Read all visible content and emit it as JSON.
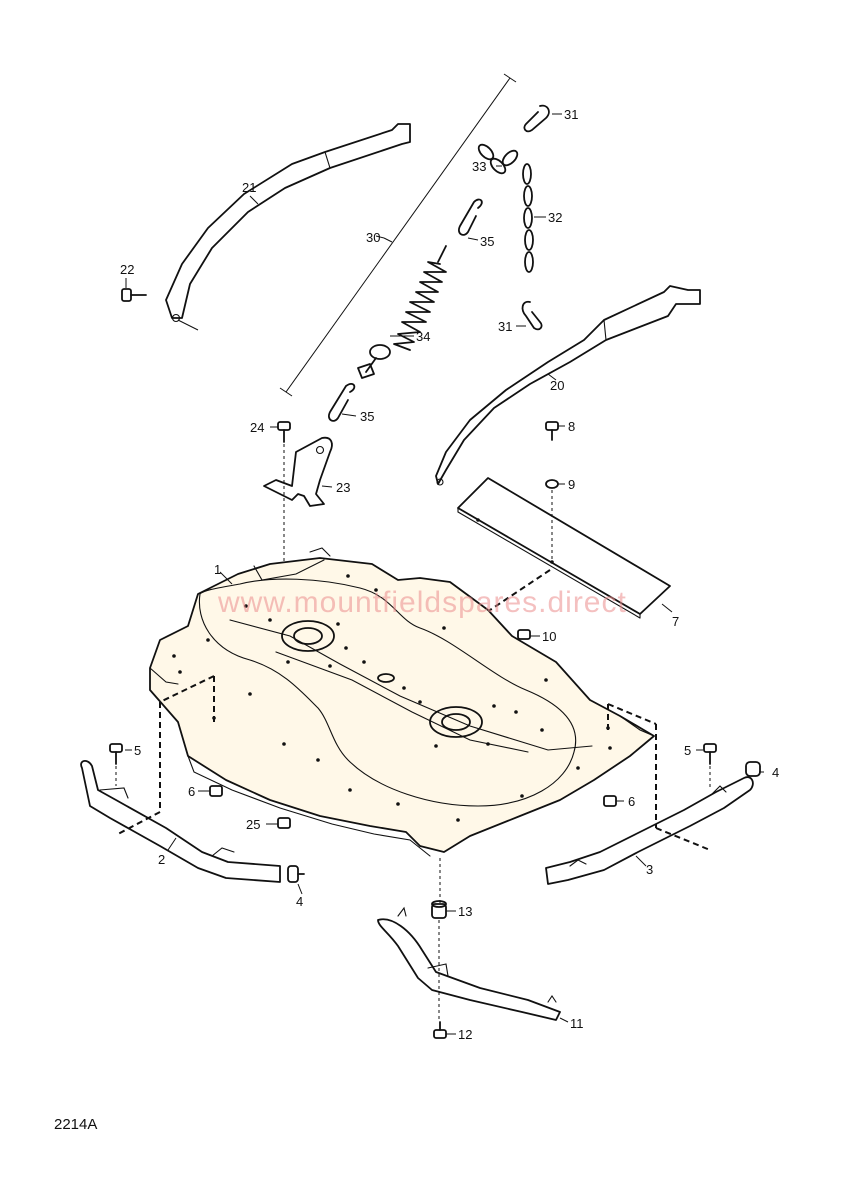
{
  "watermark": "www.mountfieldspares.direct",
  "drawing_code": "2214A",
  "callouts": [
    "1",
    "2",
    "3",
    "4",
    "4",
    "5",
    "5",
    "6",
    "6",
    "7",
    "8",
    "9",
    "10",
    "11",
    "12",
    "13",
    "20",
    "21",
    "22",
    "23",
    "24",
    "25",
    "30",
    "31",
    "31",
    "32",
    "33",
    "34",
    "35",
    "35"
  ]
}
